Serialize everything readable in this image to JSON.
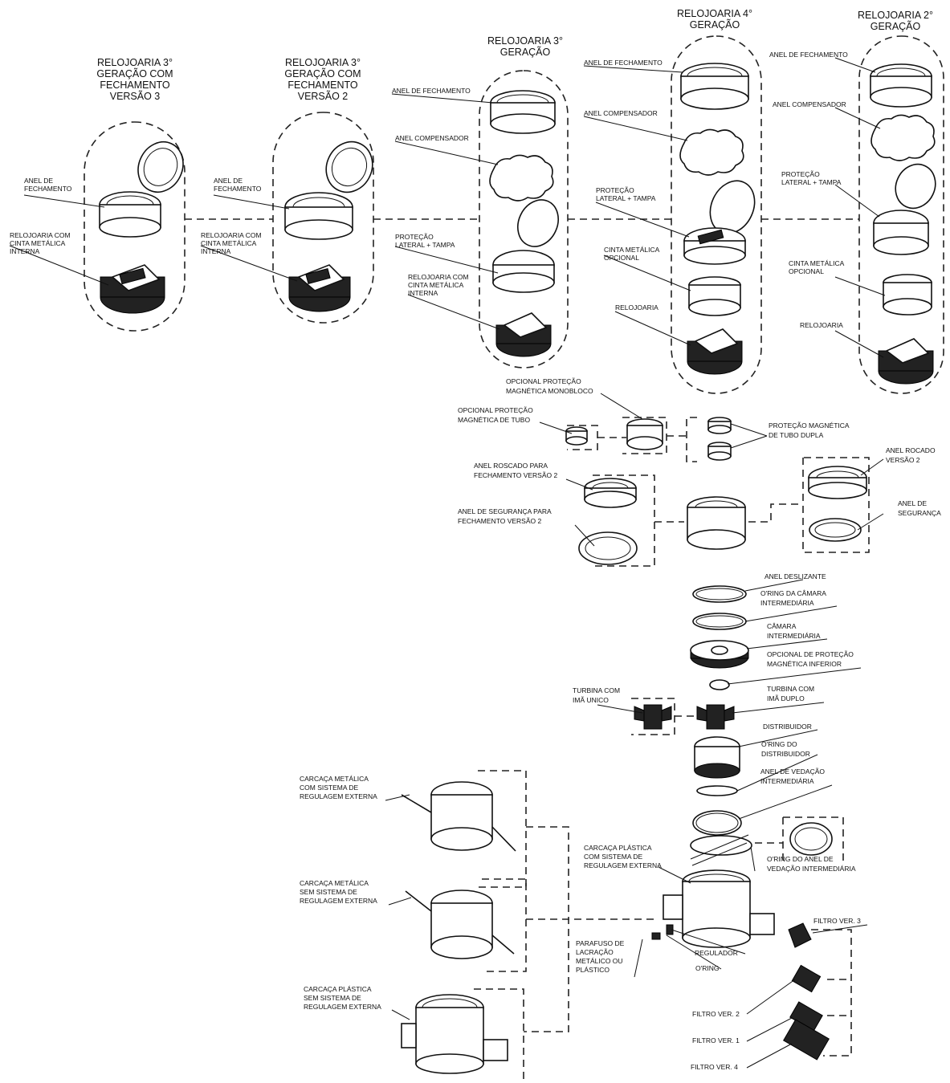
{
  "headers": {
    "g3v3": [
      "RELOJOARIA 3°",
      "GERAÇÃO COM",
      "FECHAMENTO",
      "VERSÃO 3"
    ],
    "g3v2": [
      "RELOJOARIA 3°",
      "GERAÇÃO COM",
      "FECHAMENTO",
      "VERSÃO 2"
    ],
    "g3": [
      "RELOJOARIA 3°",
      "GERAÇÃO"
    ],
    "g4": [
      "RELOJOARIA 4°",
      "GERAÇÃO"
    ],
    "g2": [
      "RELOJOARIA 2°",
      "GERAÇÃO"
    ]
  },
  "labels": {
    "g3v3_anel": [
      "ANEL DE",
      "FECHAMENTO"
    ],
    "g3v3_relo": [
      "RELOJOARIA COM",
      "CINTA METÁLICA",
      "INTERNA"
    ],
    "g3v2_anel": [
      "ANEL DE",
      "FECHAMENTO"
    ],
    "g3v2_relo": [
      "RELOJOARIA COM",
      "CINTA METÁLICA",
      "INTERNA"
    ],
    "g3_anel": [
      "ANEL DE FECHAMENTO"
    ],
    "g3_comp": [
      "ANEL COMPENSADOR"
    ],
    "g3_prot": [
      "PROTEÇÃO",
      "LATERAL + TAMPA"
    ],
    "g3_relo": [
      "RELOJOARIA COM",
      "CINTA METÁLICA",
      "INTERNA"
    ],
    "g4_anel": [
      "ANEL DE FECHAMENTO"
    ],
    "g4_comp": [
      "ANEL COMPENSADOR"
    ],
    "g4_prot": [
      "PROTEÇÃO",
      "LATERAL + TAMPA"
    ],
    "g4_cinta": [
      "CINTA METÁLICA",
      "OPCIONAL"
    ],
    "g4_relo": [
      "RELOJOARIA"
    ],
    "g2_anel": [
      "ANEL DE FECHAMENTO"
    ],
    "g2_comp": [
      "ANEL COMPENSADOR"
    ],
    "g2_prot": [
      "PROTEÇÃO",
      "LATERAL + TAMPA"
    ],
    "g2_cinta": [
      "CINTA METÁLICA",
      "OPCIONAL"
    ],
    "g2_relo": [
      "RELOJOARIA"
    ],
    "mag_mono": [
      "OPCIONAL PROTEÇÃO",
      "MAGNÉTICA MONOBLOCO"
    ],
    "mag_tubo": [
      "OPCIONAL PROTEÇÃO",
      "MAGNÉTICA DE TUBO"
    ],
    "mag_dupla": [
      "PROTEÇÃO MAGNÉTICA",
      "DE TUBO DUPLA"
    ],
    "anel_roscado_v2": [
      "ANEL ROSCADO PARA",
      "FECHAMENTO VERSÃO 2"
    ],
    "anel_seg_v2": [
      "ANEL DE SEGURANÇA PARA",
      "FECHAMENTO VERSÃO 2"
    ],
    "anel_rocado_r": [
      "ANEL ROCADO",
      "VERSÃO 2"
    ],
    "anel_seg_r": [
      "ANEL DE",
      "SEGURANÇA"
    ],
    "anel_desl": [
      "ANEL DESLIZANTE"
    ],
    "oring_camara": [
      "O'RING DA CÂMARA",
      "INTERMEDIÁRIA"
    ],
    "camara": [
      "CÂMARA",
      "INTERMEDIÁRIA"
    ],
    "mag_inf": [
      "OPCIONAL DE PROTEÇÃO",
      "MAGNÉTICA INFERIOR"
    ],
    "turb_unico": [
      "TURBINA COM",
      "IMÃ UNICO"
    ],
    "turb_duplo": [
      "TURBINA COM",
      "IMÃ DUPLO"
    ],
    "distrib": [
      "DISTRIBUIDOR"
    ],
    "oring_distrib": [
      "O'RING DO",
      "DISTRIBUIDOR"
    ],
    "anel_ved": [
      "ANEL DE VEDAÇÃO",
      "INTERMEDIÁRIA"
    ],
    "oring_ved": [
      "O'RING DO ANEL DE",
      "VEDAÇÃO INTERMEDIÁRIA"
    ],
    "carc_met_com": [
      "CARCAÇA METÁLICA",
      "COM SISTEMA DE",
      "REGULAGEM EXTERNA"
    ],
    "carc_met_sem": [
      "CARCAÇA METÁLICA",
      "SEM SISTEMA DE",
      "REGULAGEM EXTERNA"
    ],
    "carc_pla_sem": [
      "CARCAÇA PLÁSTICA",
      "SEM SISTEMA DE",
      "REGULAGEM EXTERNA"
    ],
    "carc_pla_com": [
      "CARCAÇA PLÁSTICA",
      "COM SISTEMA DE",
      "REGULAGEM EXTERNA"
    ],
    "parafuso": [
      "PARAFUSO DE",
      "LACRAÇÃO",
      "METÁLICO OU",
      "PLÁSTICO"
    ],
    "regulador": [
      "REGULADOR"
    ],
    "oring": [
      "O'RING"
    ],
    "filtro3": [
      "FILTRO VER. 3"
    ],
    "filtro2": [
      "FILTRO VER. 2"
    ],
    "filtro1": [
      "FILTRO VER. 1"
    ],
    "filtro4": [
      "FILTRO VER. 4"
    ]
  }
}
